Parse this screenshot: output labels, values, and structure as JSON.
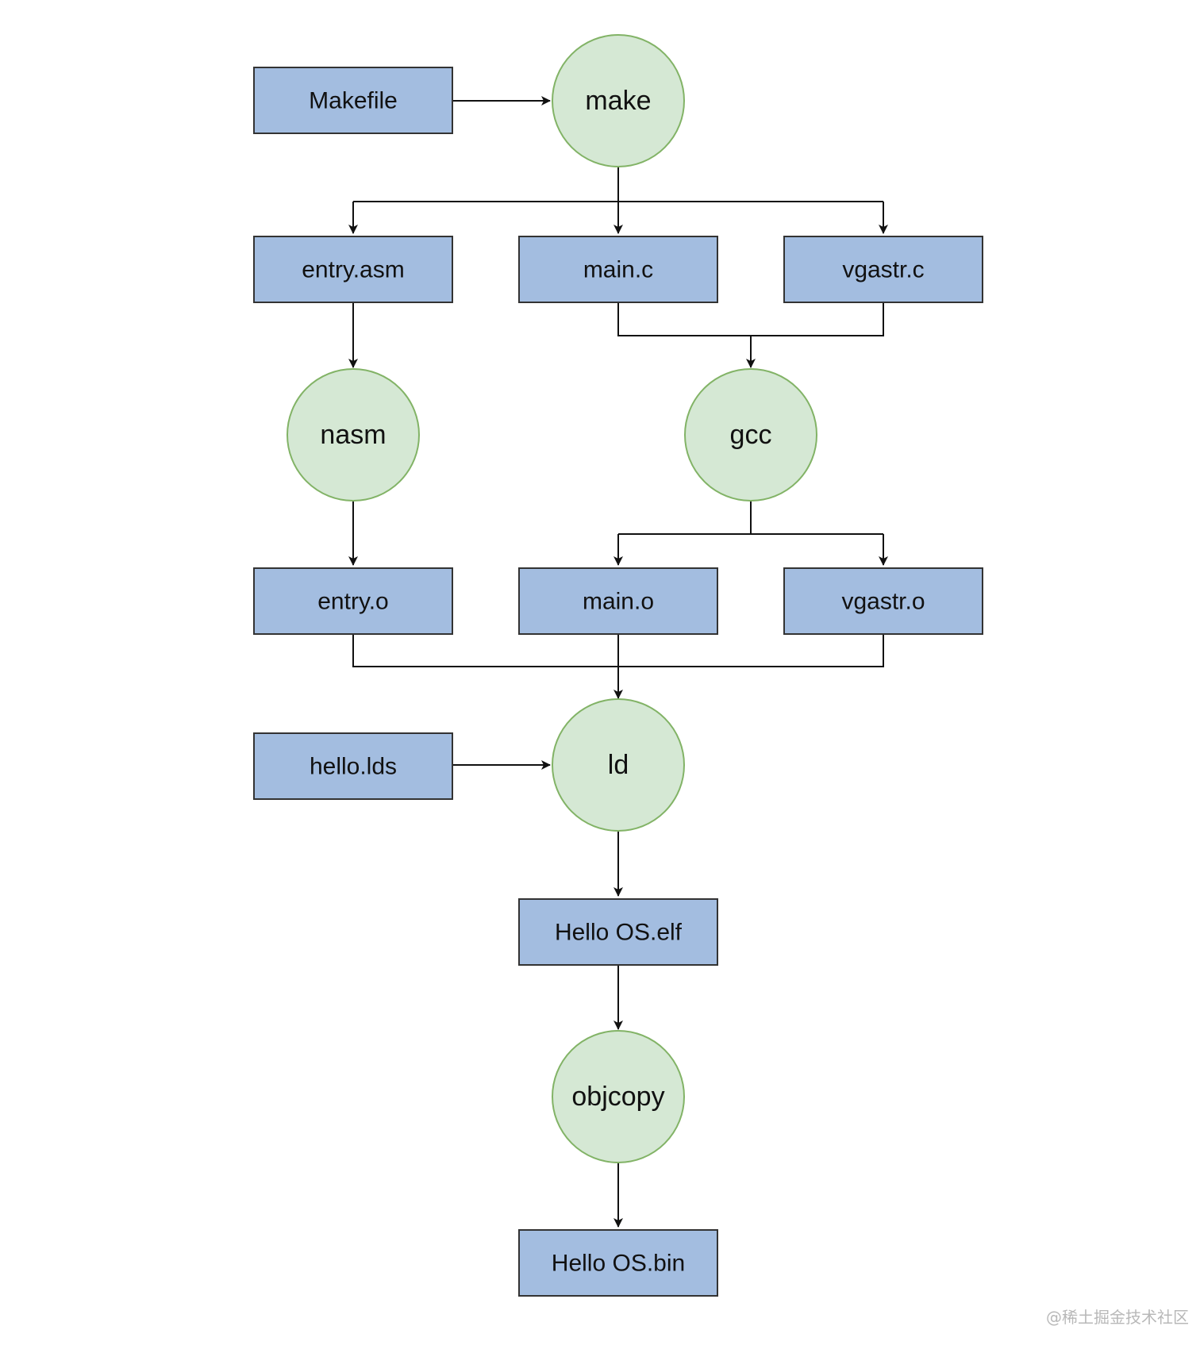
{
  "diagram": {
    "nodes": {
      "makefile": "Makefile",
      "make": "make",
      "entry_asm": "entry.asm",
      "main_c": "main.c",
      "vgastr_c": "vgastr.c",
      "nasm": "nasm",
      "gcc": "gcc",
      "entry_o": "entry.o",
      "main_o": "main.o",
      "vgastr_o": "vgastr.o",
      "hello_lds": "hello.lds",
      "ld": "ld",
      "hello_elf": "Hello OS.elf",
      "objcopy": "objcopy",
      "hello_bin": "Hello OS.bin"
    },
    "colors": {
      "box_fill": "#a3bde0",
      "box_stroke": "#333333",
      "circle_fill": "#d5e8d4",
      "circle_stroke": "#82b366",
      "edge": "#111111"
    }
  },
  "watermark": "@稀土掘金技术社区"
}
